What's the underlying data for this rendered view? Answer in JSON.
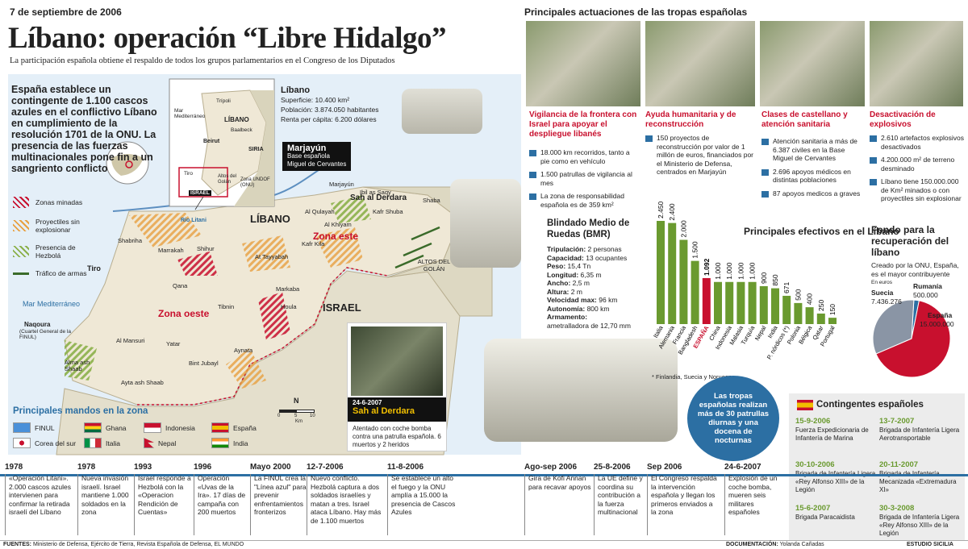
{
  "header": {
    "date": "7 de septiembre de 2006",
    "title": "Líbano: operación “Libre Hidalgo”",
    "subtitle": "La participación española obtiene el respaldo de todos los grupos parlamentarios en el Congreso de los Diputados"
  },
  "map": {
    "intro": "España establece un contingente de 1.100 cascos azules en el conflictivo Líbano en cumplimiento de la resolución 1701 de la ONU. La presencia de las fuerzas multinacionales pone fin a un sangriento conflicto",
    "lebanon_info": {
      "title": "Líbano",
      "surface": "Superficie: 10.400 km²",
      "population": "Población: 3.874.050 habitantes",
      "income": "Renta per cápita: 6.200 dólares"
    },
    "inset": {
      "mar": "Mar Mediterráneo",
      "tripoli": "Trípoli",
      "libano": "LÍBANO",
      "baalbeck": "Baalbeck",
      "beirut": "Beirut",
      "siria": "SIRIA",
      "tiro": "Tiro",
      "israel": "ISRAEL",
      "golan": "Altos del Golán",
      "undof": "Zona UNDOF (ONU)"
    },
    "legend": [
      {
        "label": "Zonas minadas",
        "color": "#c8102e"
      },
      {
        "label": "Proyectiles sin explosionar",
        "color": "#e8a040"
      },
      {
        "label": "Presencia de Hezbolá",
        "color": "#8bb04a"
      },
      {
        "label": "Tráfico de armas",
        "color": "#3a6b2a"
      }
    ],
    "places": {
      "rio_litani": "Río Litani",
      "libano": "LÍBANO",
      "israel": "ISRAEL",
      "tiro": "Tiro",
      "zona_oeste": "Zona oeste",
      "zona_este": "Zona este",
      "mar": "Mar Mediterráneo",
      "naqoura": "Naqoura",
      "naqoura_sub": "(Cuartel General de la FINUL)",
      "shabriha": "Shabriha",
      "marrakah": "Marrakah",
      "shihur": "Shihur",
      "qana": "Qana",
      "mansuri": "Al Mansuri",
      "tibnin": "Tibnin",
      "bint_jubayl": "Bint Jubayl",
      "aynata": "Aynata",
      "yatar": "Yatar",
      "almaash": "Alma ash Shaab",
      "ayta": "Ayta ash Shaab",
      "tayyabah": "At Tayyabah",
      "markaba": "Markaba",
      "houla": "Houla",
      "qulayah": "Al Qulayah",
      "khiyam": "Al Khiyam",
      "ibil": "Ibil as Saqy",
      "kafr_kila": "Kafr Kila",
      "kafr_shuba": "Kafr Shuba",
      "shaba": "Shaba",
      "marjayun_place": "Marjayún",
      "altos_golan": "ALTOS DEL GOLÁN",
      "sah_al_derdara": "Sah al Derdara"
    },
    "marjayun": {
      "title": "Marjayún",
      "line1": "Base española",
      "line2": "Miguel de Cervantes"
    },
    "scale_n": "N",
    "scale_units": [
      "0",
      "5",
      "10"
    ],
    "scale_km": "Km",
    "mandos_title": "Principales mandos en la zona",
    "mandos": [
      {
        "name": "FINUL",
        "flag": "un"
      },
      {
        "name": "Ghana",
        "flag": "ghana"
      },
      {
        "name": "Indonesia",
        "flag": "indonesia"
      },
      {
        "name": "España",
        "flag": "spain"
      },
      {
        "name": "Corea del sur",
        "flag": "korea"
      },
      {
        "name": "Italia",
        "flag": "italy"
      },
      {
        "name": "Nepal",
        "flag": "nepal"
      },
      {
        "name": "India",
        "flag": "india"
      }
    ]
  },
  "sah_box": {
    "date": "24-6-2007",
    "title": "Sah al Derdara",
    "text": "Atentado con coche bomba contra una patrulla española. 6 muertos y 2 heridos"
  },
  "actuaciones": {
    "title": "Principales actuaciones de las tropas españolas",
    "columns": [
      {
        "heading": "Vigilancia de la frontera con Israel para apoyar el despliegue libanés",
        "items": [
          "18.000 km recorridos, tanto a pie como en vehículo",
          "1.500 patrullas de vigilancia al mes",
          "La zona de responsabilidad española es de 359 km²"
        ]
      },
      {
        "heading": "Ayuda humanitaria y de reconstrucción",
        "items": [
          "150 proyectos de reconstrucción por valor de 1 millón de euros, financiados por el Ministerio de Defensa, centrados en Marjayún"
        ]
      },
      {
        "heading": "Clases de castellano y atención sanitaria",
        "items": [
          "Atención sanitaria a más de 6.387 civiles en la Base Miguel de Cervantes",
          "2.696 apoyos médicos en distintas poblaciones",
          "87 apoyos medicos a graves"
        ]
      },
      {
        "heading": "Desactivación de explosivos",
        "items": [
          "2.610 artefactos explosivos desactivados",
          "4.200.000 m² de terreno desminado",
          "Líbano tiene 150.000.000 de Km² minados o con proyectiles sin explosionar"
        ]
      }
    ]
  },
  "bmr": {
    "title": "Blindado Medio de Ruedas (BMR)",
    "specs": [
      {
        "label": "Tripulación:",
        "value": "2 personas"
      },
      {
        "label": "Capacidad:",
        "value": "13 ocupantes"
      },
      {
        "label": "Peso:",
        "value": "15,4 Tn"
      },
      {
        "label": "Longitud:",
        "value": "6,35 m"
      },
      {
        "label": "Ancho:",
        "value": "2,5 m"
      },
      {
        "label": "Altura:",
        "value": "2 m"
      },
      {
        "label": "Velocidad max:",
        "value": "96 km"
      },
      {
        "label": "Autonomía:",
        "value": "800 km"
      },
      {
        "label": "Armamento:",
        "value": "ametralladora de 12,70 mm"
      }
    ]
  },
  "callout": "Las tropas españolas realizan más de 30 patrullas diurnas y una docena de nocturnas",
  "chart_data": [
    {
      "type": "bar",
      "title": "Principales efectivos en el Líbano",
      "categories": [
        "Italia",
        "Alemania",
        "Francia",
        "Bangladesh",
        "ESPAÑA",
        "China",
        "Indonesia",
        "Malasia",
        "Turquía",
        "Nepal",
        "India",
        "P. nórdicos (*)",
        "Polonia",
        "Bélgica",
        "Qatar",
        "Portugal"
      ],
      "value_labels": [
        "2.450",
        "2.400",
        "2.000",
        "1.500",
        "1.092",
        "1.000",
        "1.000",
        "1.000",
        "1.000",
        "900",
        "850",
        "671",
        "500",
        "400",
        "250",
        "150"
      ],
      "values": [
        2450,
        2400,
        2000,
        1500,
        1092,
        1000,
        1000,
        1000,
        1000,
        900,
        850,
        671,
        500,
        400,
        250,
        150
      ],
      "highlight": "ESPAÑA",
      "colors": {
        "default": "#6a9a2f",
        "highlight": "#c8102e"
      },
      "note": "* Finlandia, Suecia y Noruega"
    },
    {
      "type": "pie",
      "title": "Fondo para la recuperación del líbano",
      "subtitle": "Creado por la ONU, España, es el mayor contribuyente",
      "unit": "En euros",
      "slices": [
        {
          "name": "España",
          "label": "15.000.000",
          "value": 15000000,
          "color": "#c8102e"
        },
        {
          "name": "Suecia",
          "label": "7.436.276",
          "value": 7436276,
          "color": "#8a95a5"
        },
        {
          "name": "Rumanía",
          "label": "500.000",
          "value": 500000,
          "color": "#2c6fa3"
        }
      ]
    }
  ],
  "contingentes": {
    "title": "Contingentes españoles",
    "items": [
      {
        "date": "15-9-2006",
        "text": "Fuerza Expedicionaria de Infantería de Marina"
      },
      {
        "date": "13-7-2007",
        "text": "Brigada de Infantería Ligera Aerotransportable"
      },
      {
        "date": "30-10-2006",
        "text": "Brigada de Infantería Ligera «Rey Alfonso XIII» de la Legión"
      },
      {
        "date": "20-11-2007",
        "text": "Brigada de Infantería Mecanizada «Extremadura XI»"
      },
      {
        "date": "15-6-2007",
        "text": "Brigada Paracaidista"
      },
      {
        "date": "30-3-2008",
        "text": "Brigada de Infantería Ligera «Rey Alfonso XIII» de la Legión"
      }
    ]
  },
  "timeline": [
    {
      "year": "1978",
      "text": "«Operación Litani». 2.000 cascos azules intervienen para confirmar la retirada israelí del Líbano"
    },
    {
      "year": "1978",
      "text": "Nueva invasión israelí. Israel mantiene 1.000 soldados en la zona"
    },
    {
      "year": "1993",
      "text": "Israel responde a Hezbolá con la «Operacion Rendición de Cuentas»"
    },
    {
      "year": "1996",
      "text": "Operación «Uvas de la Ira». 17 días de campaña con 200 muertos"
    },
    {
      "year": "Mayo 2000",
      "text": "La FINUL crea la \"Línea azul\" para prevenir enfrentamientos fronterizos"
    },
    {
      "year": "12-7-2006",
      "text": "Nuevo conflicto. Hezbolá captura a dos soldados israelíes y matan a tres. Israel ataca Líbano. Hay más de 1.100 muertos"
    },
    {
      "year": "11-8-2006",
      "text": "Se establece un alto el fuego y la ONU amplía a 15.000 la presencia de Cascos Azules"
    },
    {
      "year": "Ago-sep 2006",
      "text": "Gira de Kofi Annan para recavar apoyos"
    },
    {
      "year": "25-8-2006",
      "text": "La UE define y coordina su contribución a la fuerza multinacional"
    },
    {
      "year": "Sep 2006",
      "text": "El Congreso respalda la intervención española y llegan los primeros enviados a la zona"
    },
    {
      "year": "24-6-2007",
      "text": "Explosión de un coche bomba, mueren seis militares españoles"
    }
  ],
  "footer": {
    "sources_label": "FUENTES:",
    "sources": "Ministerio de Defensa, Ejército de Tierra, Revista Española de Defensa, EL MUNDO",
    "doc_label": "DOCUMENTACIÓN:",
    "doc": "Yolanda Cañadas",
    "studio": "ESTUDIO SICILIA"
  }
}
